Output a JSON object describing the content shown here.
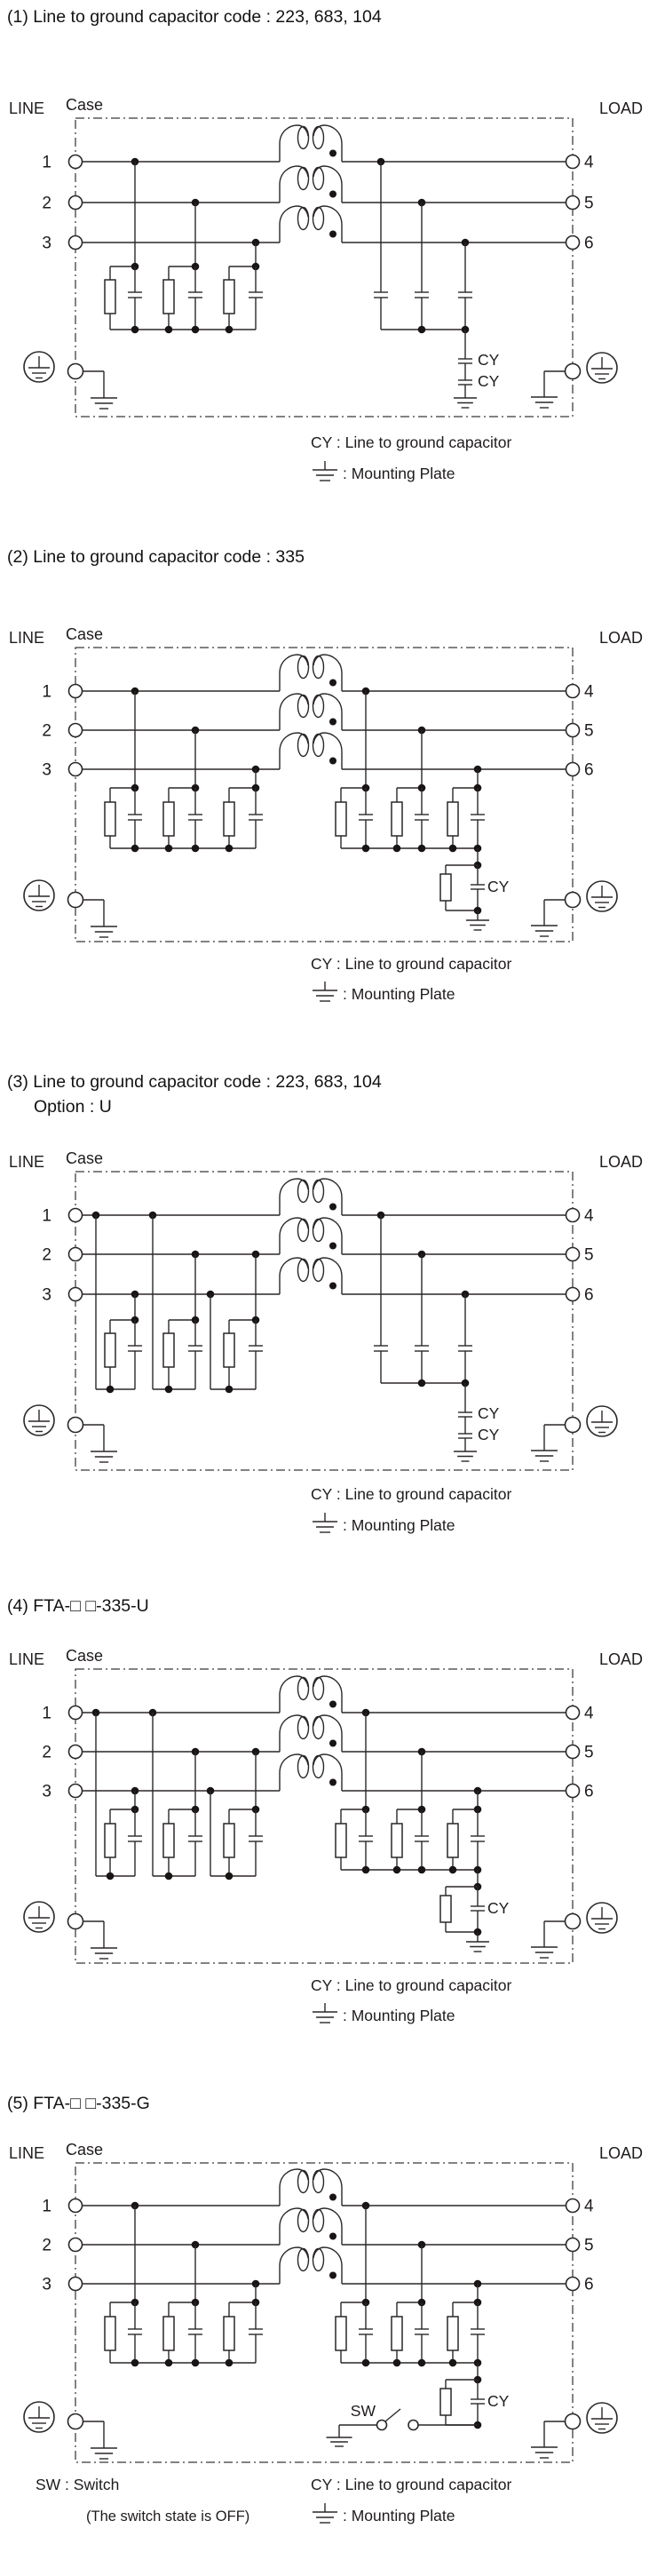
{
  "sections": [
    {
      "id": "1",
      "title": "(1) Line to ground capacitor code : 223, 683, 104",
      "labels": {
        "line": "LINE",
        "case": "Case",
        "load": "LOAD"
      },
      "terminals": {
        "left": [
          "1",
          "2",
          "3"
        ],
        "right": [
          "4",
          "5",
          "6"
        ]
      },
      "cy_labels": [
        "CY",
        "CY"
      ],
      "legend": {
        "cy": "CY : Line to ground capacitor",
        "plate": ": Mounting Plate"
      }
    },
    {
      "id": "2",
      "title": "(2) Line to ground capacitor code : 335",
      "labels": {
        "line": "LINE",
        "case": "Case",
        "load": "LOAD"
      },
      "terminals": {
        "left": [
          "1",
          "2",
          "3"
        ],
        "right": [
          "4",
          "5",
          "6"
        ]
      },
      "cy_labels": [
        "CY"
      ],
      "legend": {
        "cy": "CY : Line to ground capacitor",
        "plate": ": Mounting Plate"
      }
    },
    {
      "id": "3",
      "title": "(3) Line to ground capacitor code : 223, 683, 104",
      "title2": "Option : U",
      "labels": {
        "line": "LINE",
        "case": "Case",
        "load": "LOAD"
      },
      "terminals": {
        "left": [
          "1",
          "2",
          "3"
        ],
        "right": [
          "4",
          "5",
          "6"
        ]
      },
      "cy_labels": [
        "CY",
        "CY"
      ],
      "legend": {
        "cy": "CY : Line to ground capacitor",
        "plate": ": Mounting Plate"
      }
    },
    {
      "id": "4",
      "title": "(4) FTA-□ □-335-U",
      "labels": {
        "line": "LINE",
        "case": "Case",
        "load": "LOAD"
      },
      "terminals": {
        "left": [
          "1",
          "2",
          "3"
        ],
        "right": [
          "4",
          "5",
          "6"
        ]
      },
      "cy_labels": [
        "CY"
      ],
      "legend": {
        "cy": "CY : Line to ground capacitor",
        "plate": ": Mounting Plate"
      }
    },
    {
      "id": "5",
      "title": "(5) FTA-□ □-335-G",
      "labels": {
        "line": "LINE",
        "case": "Case",
        "load": "LOAD"
      },
      "terminals": {
        "left": [
          "1",
          "2",
          "3"
        ],
        "right": [
          "4",
          "5",
          "6"
        ]
      },
      "cy_labels": [
        "CY"
      ],
      "sw_label": "SW",
      "legend": {
        "sw": "SW : Switch",
        "sw_note": "(The switch state is OFF)",
        "cy": "CY : Line to ground capacitor",
        "plate": ": Mounting Plate"
      }
    }
  ]
}
